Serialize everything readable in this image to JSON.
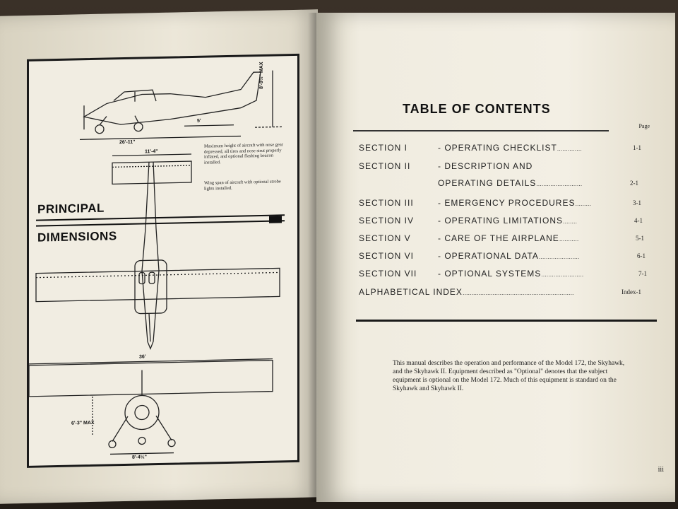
{
  "left_page": {
    "title_line1": "PRINCIPAL",
    "title_line2": "DIMENSIONS",
    "note_height": "Maximum height of aircraft with nose gear depressed, all tires and nose strut properly inflated, and optional flashing beacon installed.",
    "note_span": "Wing span of aircraft with optional strobe lights installed.",
    "dimensions": {
      "length": "26'-11\"",
      "tail_height": "8'-9½\" MAX",
      "stab_span": "11'-4\"",
      "tail_offset": "5'",
      "wing_span": "36'",
      "gear_height": "6'-3\" MAX",
      "tread": "8'-4½\""
    },
    "colors": {
      "ink": "#111111",
      "paper": "#f1ede2"
    }
  },
  "right_page": {
    "title": "TABLE OF CONTENTS",
    "page_label": "Page",
    "entries": [
      {
        "section": "SECTION I",
        "name": "- OPERATING CHECKLIST",
        "page": "1-1"
      },
      {
        "section": "SECTION II",
        "name": "- DESCRIPTION AND",
        "continuation": "OPERATING DETAILS",
        "page": "2-1"
      },
      {
        "section": "SECTION III",
        "name": "- EMERGENCY PROCEDURES",
        "page": "3-1"
      },
      {
        "section": "SECTION IV",
        "name": "- OPERATING LIMITATIONS",
        "page": "4-1"
      },
      {
        "section": "SECTION V",
        "name": "- CARE OF THE AIRPLANE",
        "page": "5-1"
      },
      {
        "section": "SECTION VI",
        "name": "- OPERATIONAL DATA",
        "page": "6-1"
      },
      {
        "section": "SECTION VII",
        "name": "- OPTIONAL SYSTEMS",
        "page": "7-1"
      },
      {
        "section": "ALPHABETICAL INDEX",
        "name": "",
        "page": "Index-1"
      }
    ],
    "intro": "This manual describes the operation and performance of the Model 172, the Skyhawk, and the Skyhawk II. Equipment described as \"Optional\" denotes that the subject equipment is optional on the Model 172. Much of this equipment is standard on the Skyhawk and Skyhawk II.",
    "folio": "iii"
  }
}
